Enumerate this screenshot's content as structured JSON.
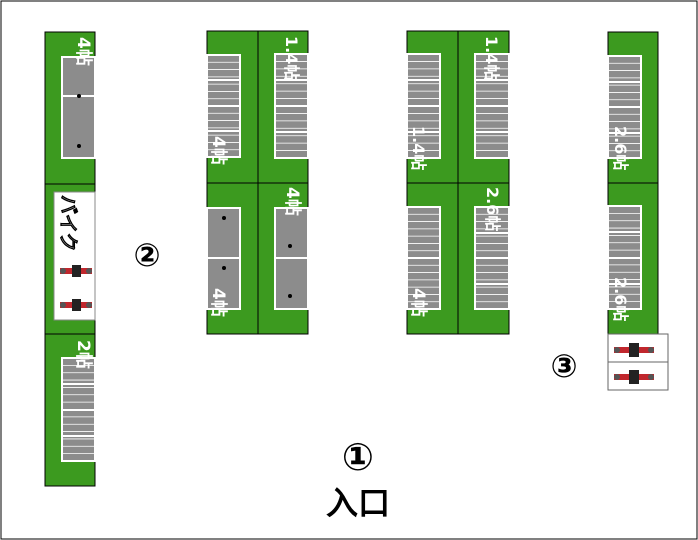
{
  "colors": {
    "lot_green": "#3c9a1f",
    "slot_gray": "#8c8c8c",
    "stripe": "#ffffff",
    "border": "#000000",
    "bike_red": "#c0272d"
  },
  "markers": {
    "entrance_number": "①",
    "entrance_text": "入口",
    "area2": "②",
    "area3": "③"
  },
  "zones": {
    "a_top": "4帖",
    "a_mid": "バイク",
    "a_bot": "2帖",
    "b_top_left": "4帖",
    "b_top_right": "1.4帖",
    "b_bot_left": "4帖",
    "b_bot_right": "4帖",
    "c_top_left": "1.4帖",
    "c_top_right": "1.4帖",
    "c_bot_left": "4帖",
    "c_bot_right": "2.6帖",
    "d_top": "2.6帖",
    "d_bot": "2.6帖"
  },
  "icons": {
    "motorcycle": "motorcycle-icon"
  }
}
